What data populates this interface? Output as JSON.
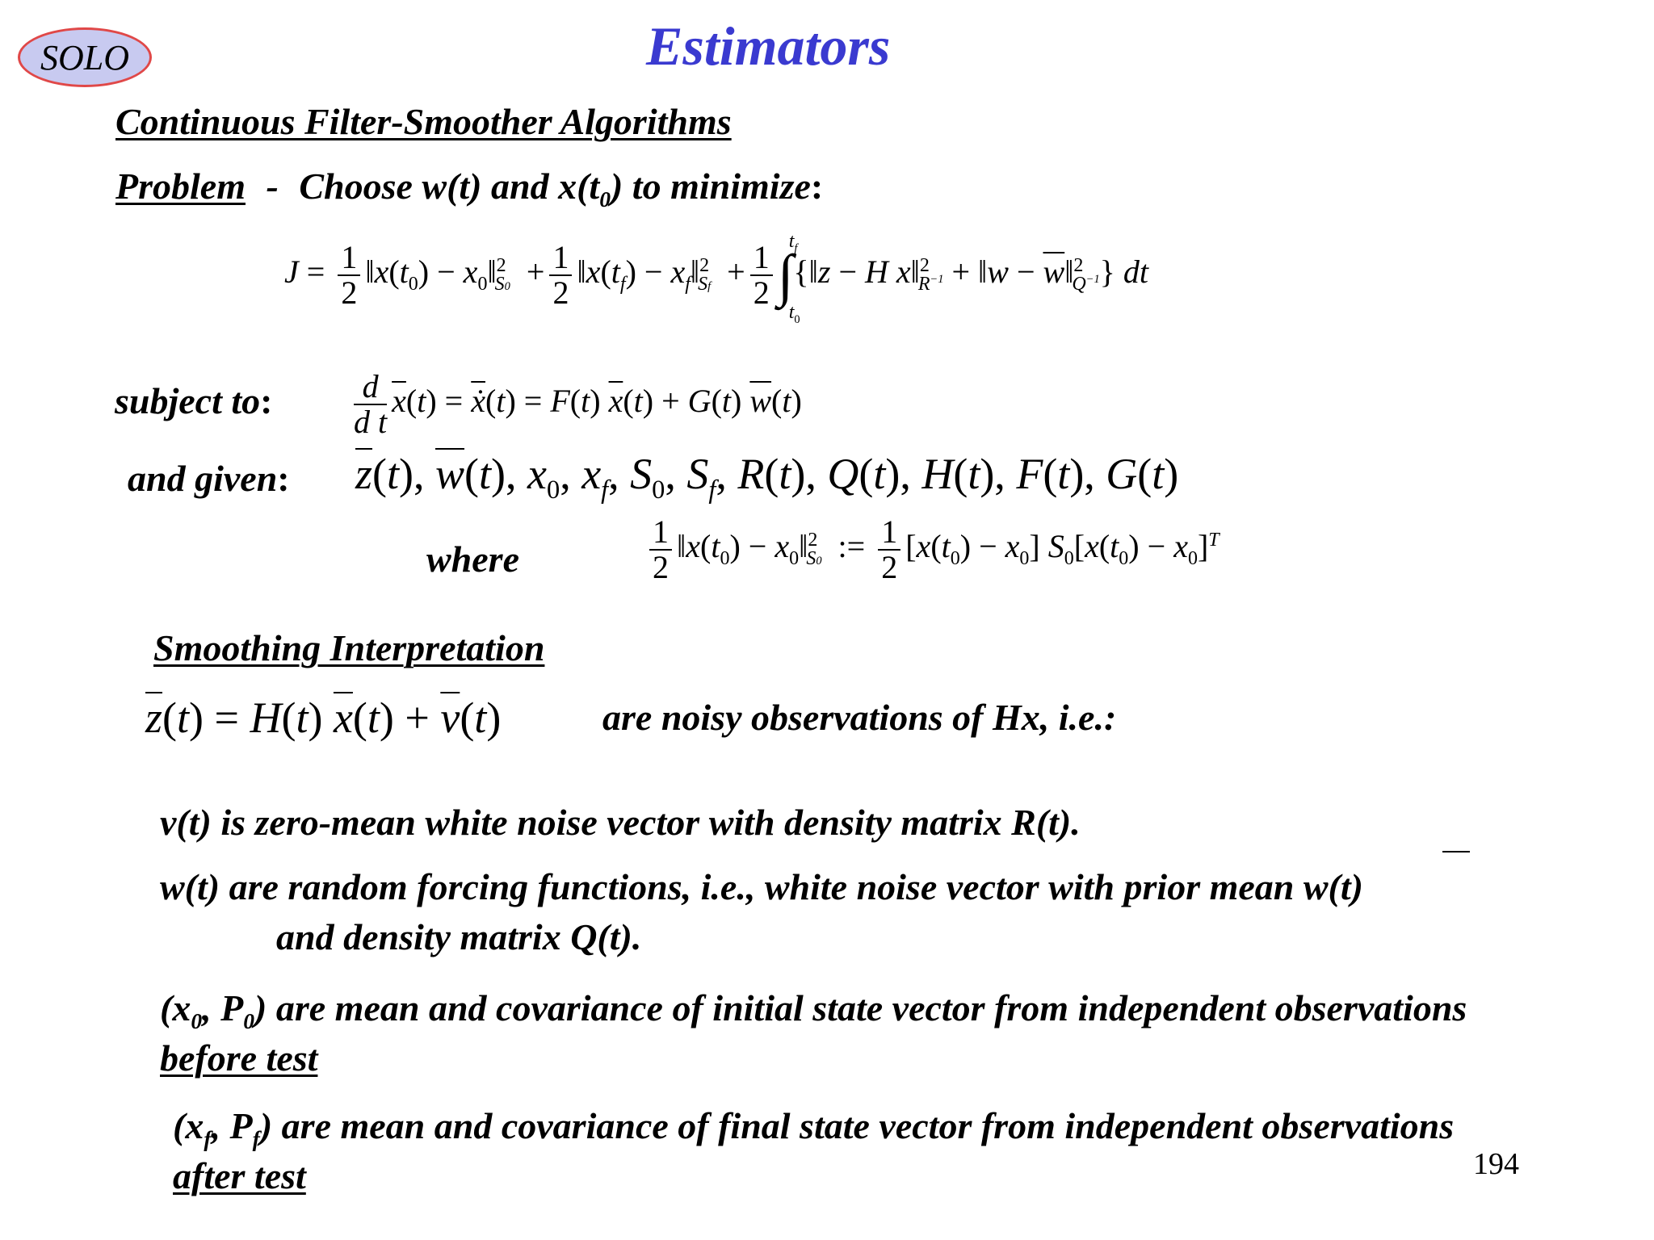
{
  "logo": "SOLO",
  "title": "Estimators",
  "subtitle": "Continuous Filter-Smoother Algorithms",
  "problem": {
    "label": "Problem",
    "dash": "-",
    "text_pre": "Choose w(t) and x(t",
    "sub0": "0",
    "text_post": ") to minimize",
    "colon": ":"
  },
  "labels": {
    "subject_to": "subject to",
    "and_given": "and given",
    "colon": ":",
    "where": "where"
  },
  "smoothing": {
    "heading": "Smoothing Interpretation",
    "observation_text": "are noisy observations of Hx, i.e.:",
    "v_line": "v(t) is zero-mean white noise vector with density matrix R(t).",
    "w_line1": "w(t) are random forcing functions, i.e., white noise vector with prior mean w(t)",
    "w_line2": "and density matrix Q(t).",
    "x0_line_a": "(x",
    "x0_sub": "0",
    "x0_line_b": ", P",
    "x0_line_c": ") are mean and covariance of initial state vector from independent observations",
    "x0_line2": "before test",
    "xf_line_a": "(x",
    "xf_sub": "f",
    "xf_line_b": ", P",
    "xf_line_c": ") are mean and covariance of final state vector from independent observations",
    "xf_line2": "after test"
  },
  "page_number": "194",
  "colors": {
    "title": "#3a3ad0",
    "logo_fill": "#c8caf0",
    "logo_border": "#e04848"
  }
}
